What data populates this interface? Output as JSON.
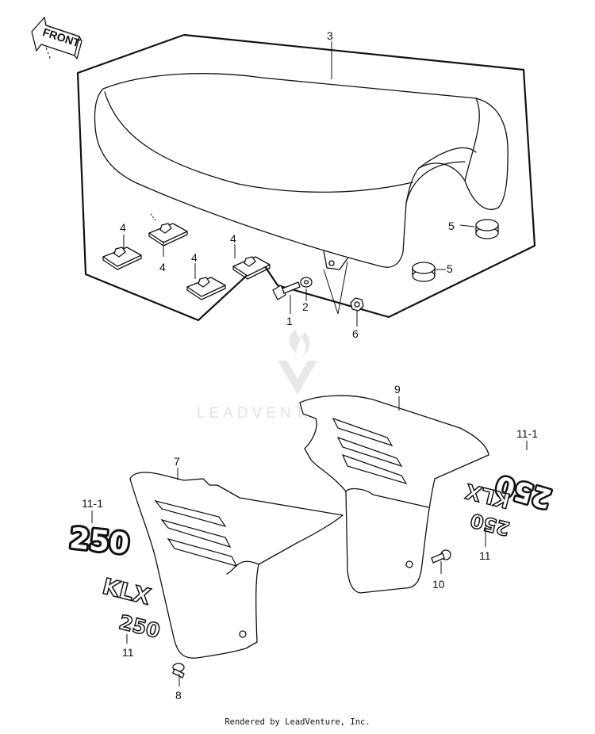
{
  "front_label": "FRONT",
  "watermark": "LEADVENTURE",
  "footer": "Rendered by LeadVenture, Inc.",
  "decals": {
    "num_left": "250",
    "num_right": "250",
    "klx_left": "KLX",
    "num_small_left": "250",
    "klx_right": "KLX",
    "num_small_right": "250"
  },
  "callouts": {
    "seat": "3",
    "bolt": "1",
    "washer": "2",
    "nut": "6",
    "damper_a": "5",
    "damper_b": "5",
    "pad_a": "4",
    "pad_b": "4",
    "pad_c": "4",
    "pad_d": "4",
    "cover_left": "7",
    "cover_right": "9",
    "screw_left": "8",
    "screw_right": "10",
    "decal_num_left": "11-1",
    "decal_num_right": "11-1",
    "decal_klx_left": "11",
    "decal_klx_right": "11"
  }
}
